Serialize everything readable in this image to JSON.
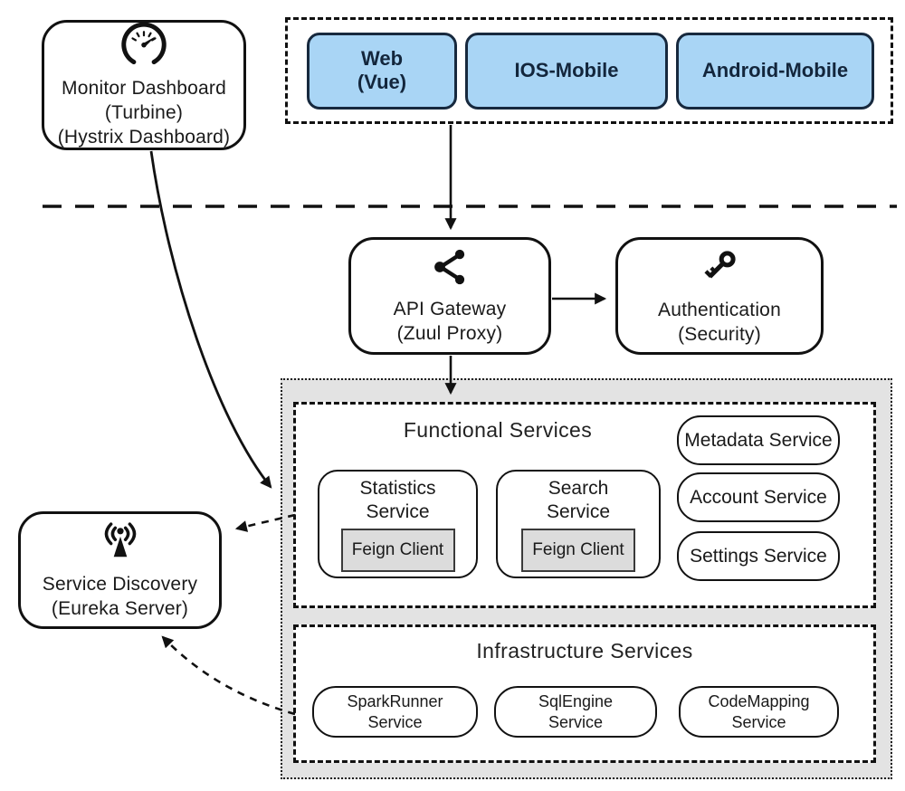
{
  "colors": {
    "client_fill": "#a9d5f5",
    "client_border": "#17293e",
    "client_text": "#13263c",
    "services_zone_fill": "#e3e3e3",
    "feign_fill": "#dcdcdc",
    "line_color": "#111111"
  },
  "nodes": {
    "monitor_dashboard": {
      "icon": "gauge-icon",
      "lines": [
        "Monitor Dashboard",
        "(Turbine)",
        "(Hystrix Dashboard)"
      ]
    },
    "api_gateway": {
      "icon": "share-icon",
      "lines": [
        "API Gateway",
        "(Zuul Proxy)"
      ]
    },
    "authentication": {
      "icon": "key-icon",
      "lines": [
        "Authentication",
        "(Security)"
      ]
    },
    "service_discovery": {
      "icon": "broadcast-icon",
      "lines": [
        "Service Discovery",
        "(Eureka Server)"
      ]
    }
  },
  "clients": {
    "web": {
      "lines": [
        "Web",
        "(Vue)"
      ]
    },
    "ios": {
      "label": "IOS-Mobile"
    },
    "android": {
      "label": "Android-Mobile"
    }
  },
  "functional_services": {
    "title": "Functional Services",
    "statistics": {
      "lines": [
        "Statistics",
        "Service"
      ],
      "feign_label": "Feign Client"
    },
    "search": {
      "lines": [
        "Search",
        "Service"
      ],
      "feign_label": "Feign Client"
    },
    "side_services": [
      "Metadata Service",
      "Account Service",
      "Settings Service"
    ]
  },
  "infrastructure_services": {
    "title": "Infrastructure Services",
    "services": [
      {
        "lines": [
          "SparkRunner",
          "Service"
        ]
      },
      {
        "lines": [
          "SqlEngine",
          "Service"
        ]
      },
      {
        "lines": [
          "CodeMapping",
          "Service"
        ]
      }
    ]
  }
}
